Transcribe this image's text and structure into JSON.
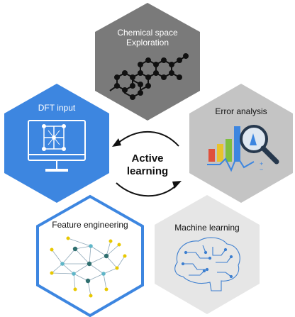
{
  "center": {
    "line1": "Active",
    "line2": "learning"
  },
  "hexagons": {
    "chemical_space": {
      "line1": "Chemical space",
      "line2": "Exploration",
      "fill": "#7a7a7a",
      "text_color": "#ffffff"
    },
    "dft_input": {
      "label": "DFT input",
      "fill": "#3d86e0",
      "text_color": "#ffffff"
    },
    "error_analysis": {
      "label": "Error analysis",
      "fill": "#c4c4c4",
      "text_color": "#111111"
    },
    "feature_engineering": {
      "label": "Feature engineering",
      "fill": "#ffffff",
      "stroke": "#3d86e0",
      "text_color": "#111111"
    },
    "machine_learning": {
      "label": "Machine learning",
      "fill": "#e6e6e6",
      "text_color": "#111111"
    }
  },
  "icons": {
    "molecule": "molecule-icon",
    "monitor": "monitor-icon",
    "chart_magnifier": "chart-magnifier-icon",
    "network": "network-graph-icon",
    "brain": "circuit-brain-icon"
  },
  "colors": {
    "bar_red": "#e0503c",
    "bar_yellow": "#e8c32c",
    "bar_green": "#7fbf3f",
    "bar_blue": "#3d86e0",
    "node_yellow": "#e8c800",
    "node_teal": "#2f8f8f",
    "brain_blue": "#3d7fd0"
  }
}
